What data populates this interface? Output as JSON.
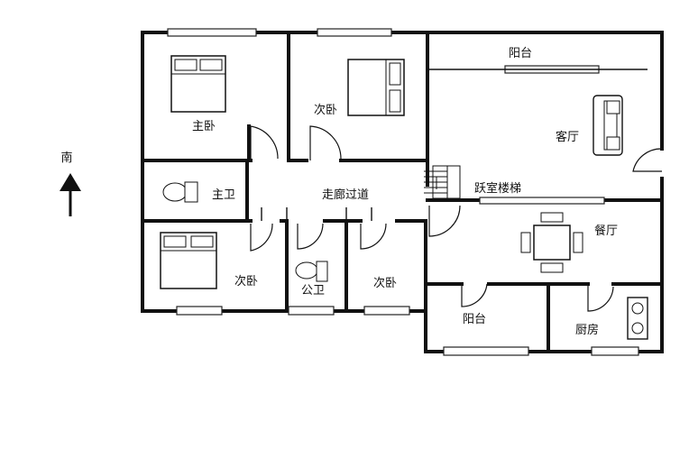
{
  "compass": {
    "label": "南"
  },
  "rooms": {
    "master_bedroom": "主卧",
    "master_bath": "主卫",
    "bedroom_top": "次卧",
    "bedroom_bottom_left": "次卧",
    "bedroom_bottom_mid": "次卧",
    "public_bath": "公卫",
    "corridor": "走廊过道",
    "balcony_top": "阳台",
    "living_room": "客厅",
    "duplex_stairs": "跃室楼梯",
    "dining_room": "餐厅",
    "balcony_bottom": "阳台",
    "kitchen": "厨房"
  }
}
